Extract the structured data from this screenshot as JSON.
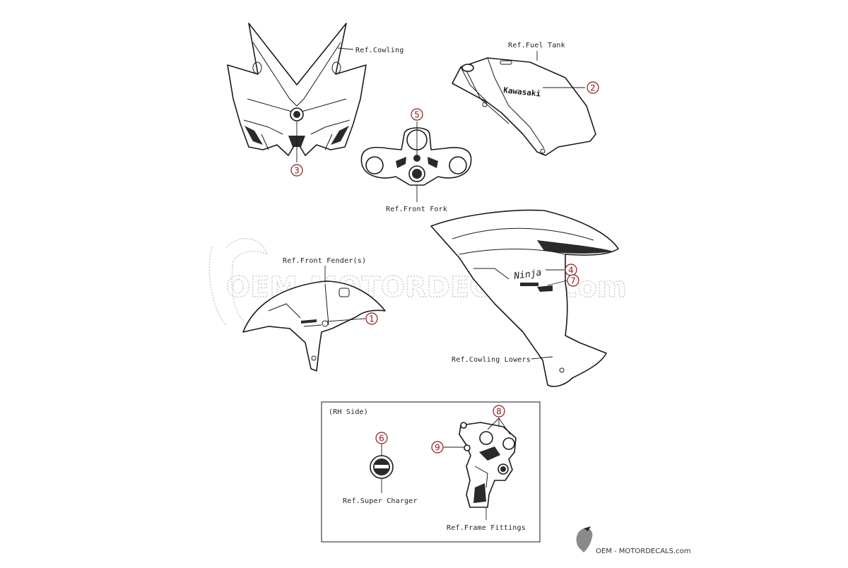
{
  "refs": {
    "cowling": "Ref.Cowling",
    "fuel_tank": "Ref.Fuel Tank",
    "front_fork": "Ref.Front Fork",
    "front_fender": "Ref.Front Fender(s)",
    "cowling_lowers": "Ref.Cowling Lowers",
    "super_charger": "Ref.Super Charger",
    "frame_fittings": "Ref.Frame Fittings"
  },
  "inset_title": "(RH Side)",
  "callouts": [
    "1",
    "2",
    "3",
    "4",
    "5",
    "6",
    "7",
    "8",
    "9"
  ],
  "decal_text": {
    "tank_brand": "Kawasaki",
    "side_brand": "Ninja"
  },
  "watermark": "OEM-MOTORDECALS.com",
  "footer_logo": "OEM - MOTORDECALS.com",
  "colors": {
    "callout": "#8b1a1a",
    "line": "#1a1a1a",
    "watermark": "#c9c9c9"
  }
}
